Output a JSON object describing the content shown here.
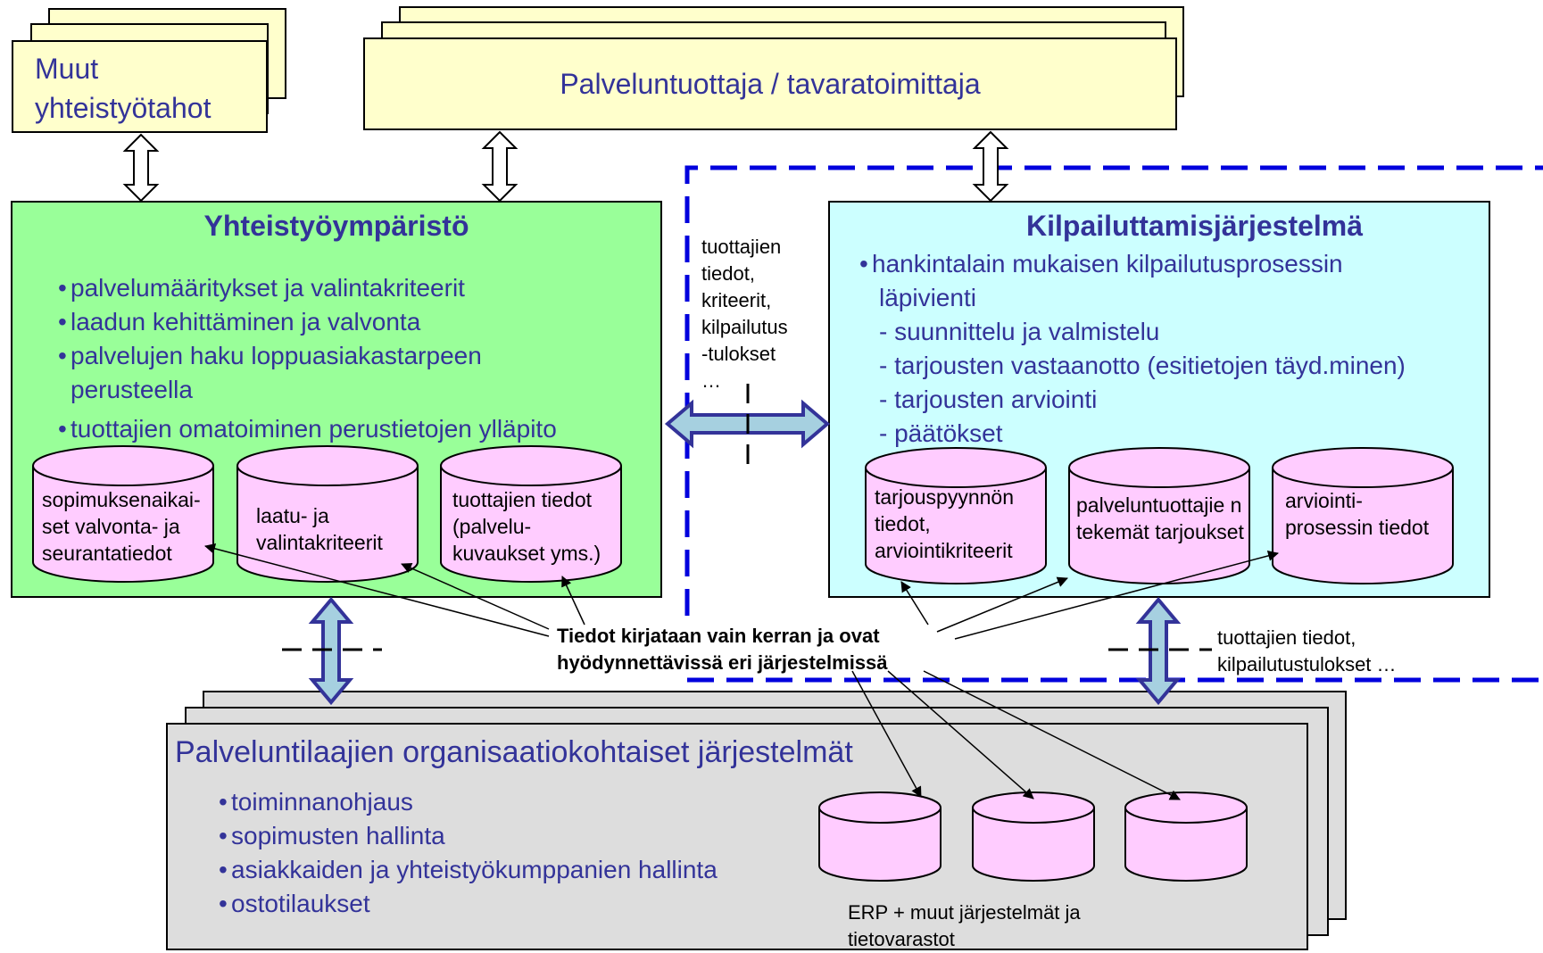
{
  "top_boxes": {
    "muut": "Muut yhteistyötahot",
    "palveluntuottaja": "Palveluntuottaja / tavaratoimittaja"
  },
  "yhteistyo": {
    "title": "Yhteistyöympäristö",
    "bullets": [
      "palvelumääritykset ja valintakriteerit",
      "laadun kehittäminen ja valvonta",
      "palvelujen haku loppuasiakastarpeen",
      "perusteella",
      "tuottajien omatoiminen perustietojen ylläpito"
    ],
    "databases": [
      "sopimuksenaikai-set valvonta- ja seurantatiedot",
      "laatu- ja valintakriteerit",
      "tuottajien tiedot (palvelu-kuvaukset yms.)"
    ]
  },
  "kilpailutus": {
    "title": "Kilpailuttamisjärjestelmä",
    "bullets": [
      "hankintalain mukaisen kilpailutusprosessin",
      "läpivienti",
      "- suunnittelu ja valmistelu",
      "- tarjousten vastaanotto (esitietojen täyd.minen)",
      "- tarjousten arviointi",
      "- päätökset"
    ],
    "databases": [
      "tarjouspyynnön tiedot, arviointikriteerit",
      "palveluntuottajie n  tekemät tarjoukset",
      "arviointi-prosessin tiedot"
    ]
  },
  "middle_note": "tuottajien tiedot, kriteerit, kilpailutus -tulokset …",
  "right_note": "tuottajien tiedot, kilpailutustulokset …",
  "center_note": "Tiedot kirjataan vain kerran ja ovat hyödynnettävissä eri järjestelmissä",
  "palveluntilaajat": {
    "title": "Palveluntilaajien organisaatiokohtaiset järjestelmät",
    "bullets": [
      "toiminnanohjaus",
      "sopimusten hallinta",
      "asiakkaiden ja yhteistyökumppanien hallinta",
      "ostotilaukset"
    ],
    "erp_label": "ERP + muut järjestelmät ja tietovarastot"
  }
}
